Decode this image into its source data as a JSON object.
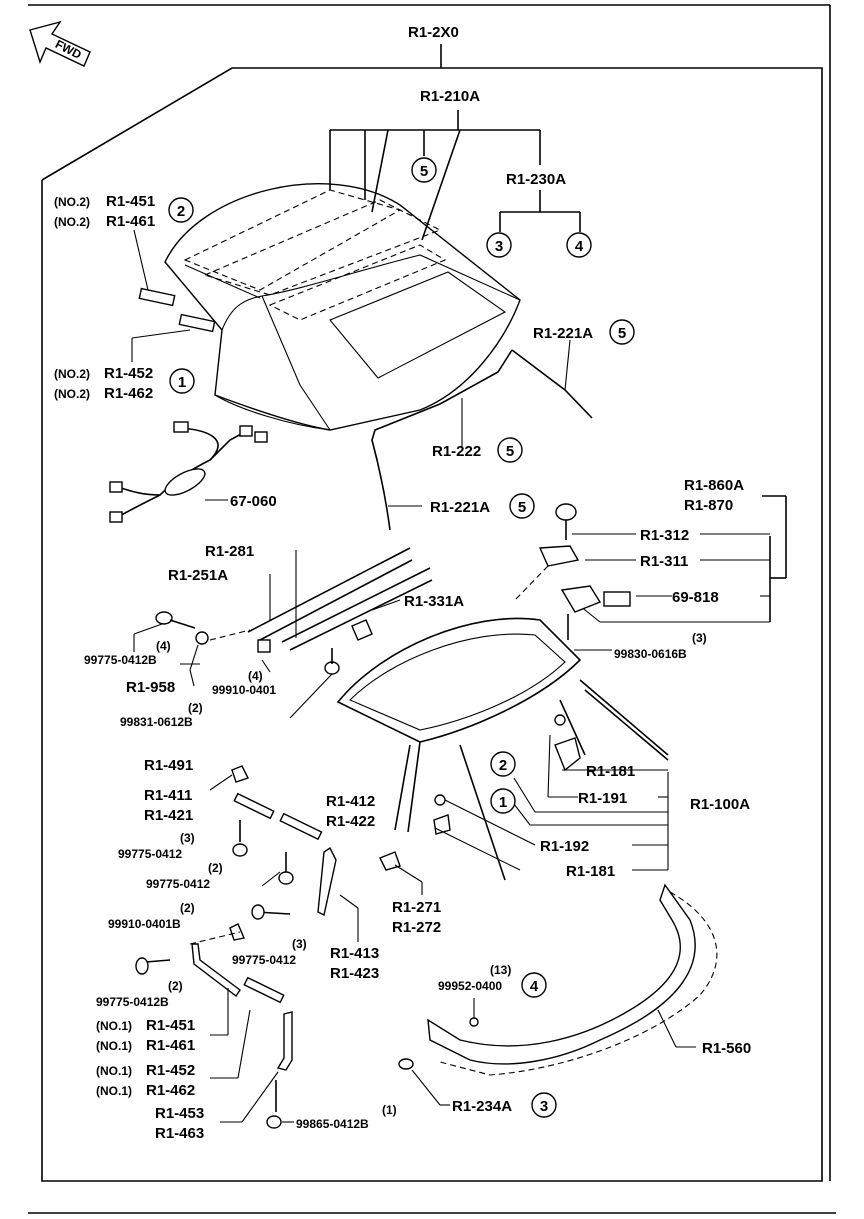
{
  "fwd": "FWD",
  "labels": {
    "r12x0": "R1-2X0",
    "r1210a": "R1-210A",
    "r1230a": "R1-230A",
    "no2_a": "(NO.2)",
    "no2_b": "(NO.2)",
    "no2_c": "(NO.2)",
    "no2_d": "(NO.2)",
    "r1451_top": "R1-451",
    "r1461_top": "R1-461",
    "r1452_top": "R1-452",
    "r1462_top": "R1-462",
    "r1221a_top": "R1-221A",
    "r1222": "R1-222",
    "r1221a_mid": "R1-221A",
    "p67060": "67-060",
    "r1860a": "R1-860A",
    "r1870": "R1-870",
    "r1312": "R1-312",
    "r1311": "R1-311",
    "p69818": "69-818",
    "r1281": "R1-281",
    "r1251a": "R1-251A",
    "r1331a": "R1-331A",
    "q4a": "(4)",
    "p99775_0412b_a": "99775-0412B",
    "r1958": "R1-958",
    "q4b": "(4)",
    "p99910_0401": "99910-0401",
    "q2a": "(2)",
    "p99831_0612b": "99831-0612B",
    "q3a": "(3)",
    "p99830_0616b": "99830-0616B",
    "r1491": "R1-491",
    "r1411": "R1-411",
    "r1421": "R1-421",
    "q3b": "(3)",
    "p99775_0412_a": "99775-0412",
    "q2b": "(2)",
    "p99775_0412_b": "99775-0412",
    "r1412": "R1-412",
    "r1422": "R1-422",
    "r1181_a": "R1-181",
    "r1191": "R1-191",
    "r1100a": "R1-100A",
    "r1192": "R1-192",
    "r1181_b": "R1-181",
    "r1271": "R1-271",
    "r1272": "R1-272",
    "q2c": "(2)",
    "p99910_0401b": "99910-0401B",
    "q3c": "(3)",
    "p99775_0412_c": "99775-0412",
    "r1413": "R1-413",
    "r1423": "R1-423",
    "q2d": "(2)",
    "p99775_0412b_b": "99775-0412B",
    "no1_a": "(NO.1)",
    "no1_b": "(NO.1)",
    "no1_c": "(NO.1)",
    "no1_d": "(NO.1)",
    "r1451_bot": "R1-451",
    "r1461_bot": "R1-461",
    "r1452_bot": "R1-452",
    "r1462_bot": "R1-462",
    "r1453": "R1-453",
    "r1463": "R1-463",
    "q1": "(1)",
    "p99865_0412b": "99865-0412B",
    "q13": "(13)",
    "p99952_0400": "99952-0400",
    "r1560": "R1-560",
    "r1234a": "R1-234A"
  },
  "refs": {
    "c5_top": "5",
    "c3": "3",
    "c4": "4",
    "c2_left": "2",
    "c1_left": "1",
    "c5_221a_top": "5",
    "c5_222": "5",
    "c5_221a_mid": "5",
    "c2_frame": "2",
    "c1_frame": "1",
    "c4_bolt": "4",
    "c3_234a": "3"
  }
}
